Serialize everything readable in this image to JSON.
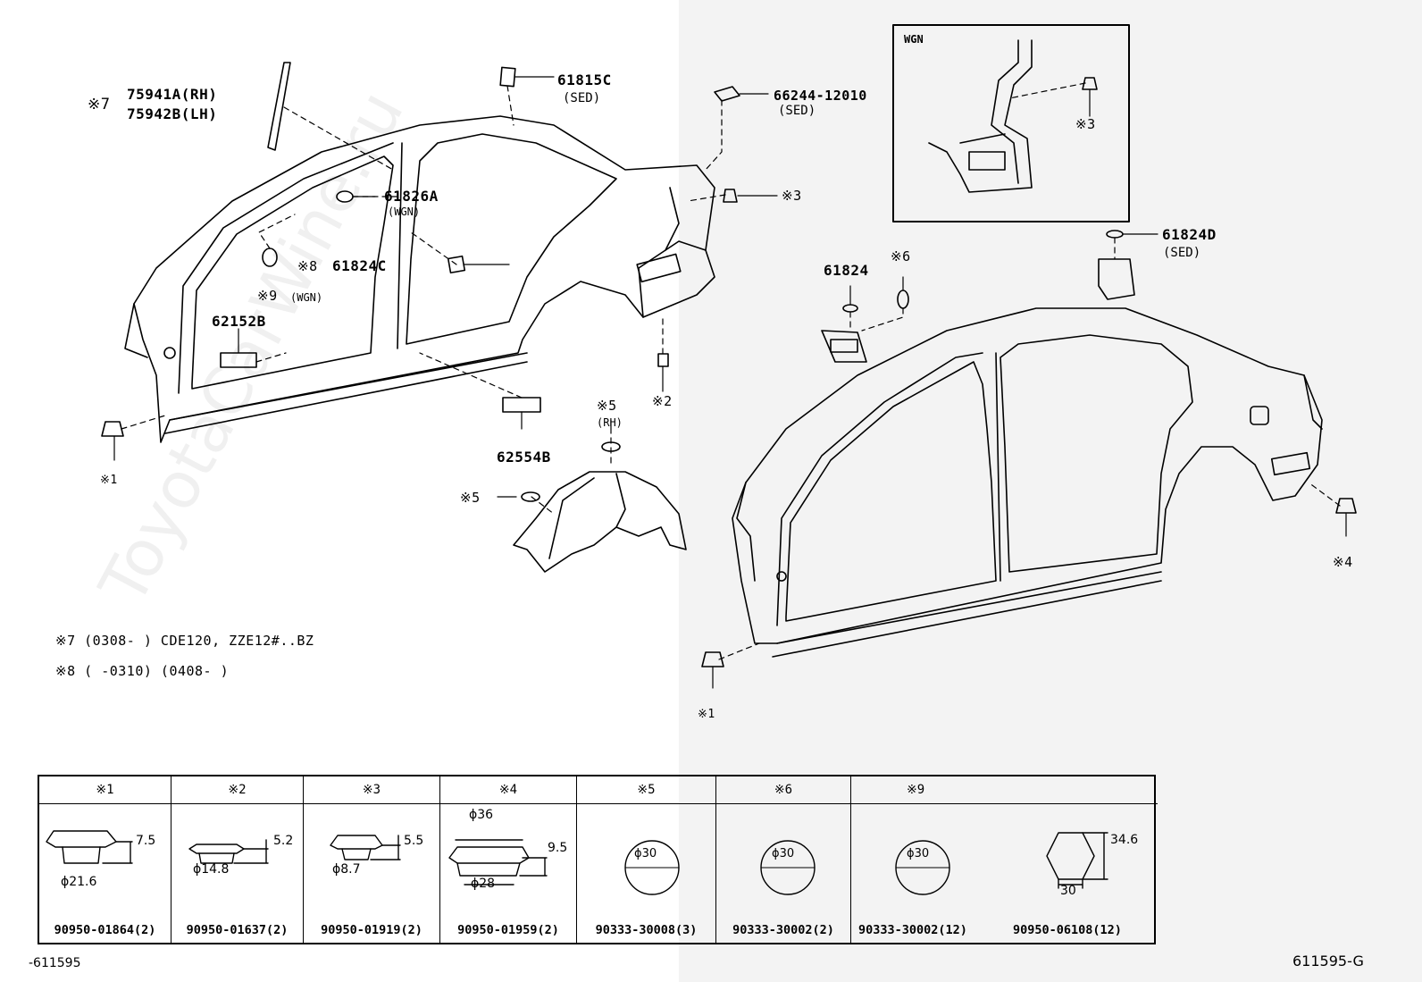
{
  "labels": {
    "ref7": "※7",
    "pn_75941A": "75941A(RH)",
    "pn_75942B": "75942B(LH)",
    "pn_61815C": "61815C",
    "sed1": "(SED)",
    "pn_66244": "66244-12010",
    "sed2": "(SED)",
    "wgn_box": "WGN",
    "ref3_box": "※3",
    "ref3": "※3",
    "pn_61826A": "61826A",
    "wgn1": "(WGN)",
    "ref8": "※8",
    "pn_61824C": "61824C",
    "ref9": "※9",
    "wgn2": "(WGN)",
    "pn_62152B": "62152B",
    "ref1_left": "※1",
    "pn_62554B": "62554B",
    "ref2": "※2",
    "ref5_rh": "※5",
    "rh": "(RH)",
    "ref5": "※5",
    "pn_61824D": "61824D",
    "sed3": "(SED)",
    "pn_61824": "61824",
    "ref6": "※6",
    "ref4": "※4",
    "ref1_right": "※1"
  },
  "notes": {
    "n7": "※7 (0308-     ) CDE120, ZZE12#..BZ",
    "n8": "※8 (     -0310) (0408-     )"
  },
  "table": {
    "headers": [
      "※1",
      "※2",
      "※3",
      "※4",
      "※5",
      "※6",
      "※9"
    ],
    "part_numbers": [
      "90950-01864(2)",
      "90950-01637(2)",
      "90950-01919(2)",
      "90950-01959(2)",
      "90333-30008(3)",
      "90333-30002(2)",
      "90333-30002(12)",
      "90950-06108(12)"
    ],
    "dims": {
      "c1_h": "7.5",
      "c1_d": "ϕ21.6",
      "c2_h": "5.2",
      "c2_d": "ϕ14.8",
      "c3_h": "5.5",
      "c3_d": "ϕ8.7",
      "c4_top": "ϕ36",
      "c4_h": "9.5",
      "c4_d": "ϕ28",
      "c5_d": "ϕ30",
      "c6_d": "ϕ30",
      "c9_d": "ϕ30",
      "hex_h": "34.6",
      "hex_w": "30"
    }
  },
  "footer": {
    "left": "-611595",
    "right": "611595-G"
  },
  "watermark": "ToyotaCarWine.ru"
}
